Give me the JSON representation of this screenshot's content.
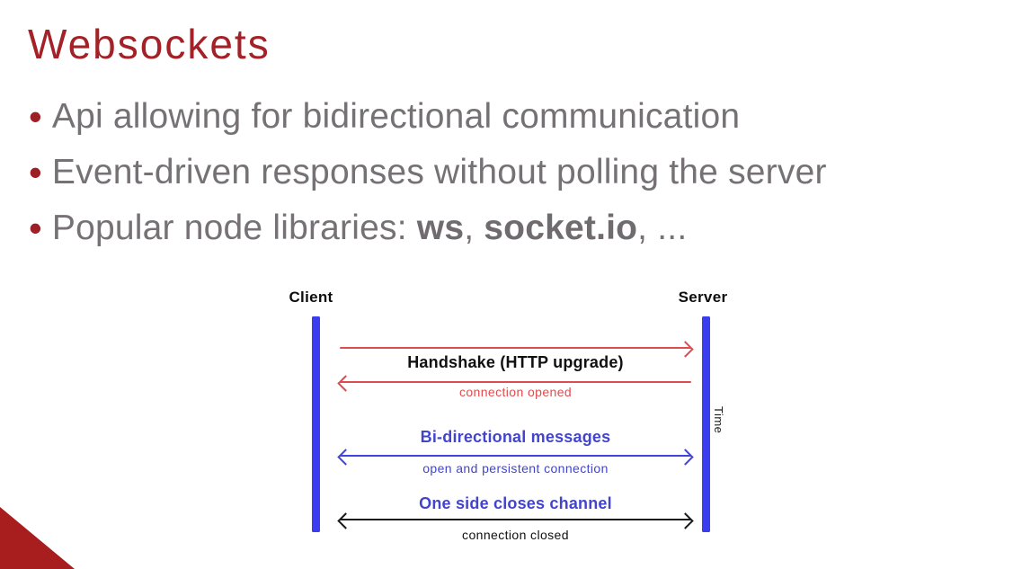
{
  "slide": {
    "title": "Websockets",
    "bullets": [
      {
        "text": "Api allowing for bidirectional communication"
      },
      {
        "text": "Event-driven responses without polling the server"
      },
      {
        "prefix": "Popular node libraries: ",
        "lib1": "ws",
        "separator": ", ",
        "lib2": "socket.io",
        "suffix": ", ..."
      }
    ]
  },
  "diagram": {
    "client_label": "Client",
    "server_label": "Server",
    "time_label": "Time",
    "handshake": {
      "title": "Handshake (HTTP upgrade)",
      "subtitle": "connection opened"
    },
    "bidirectional": {
      "title": "Bi-directional messages",
      "subtitle": "open and persistent connection"
    },
    "close": {
      "title": "One side closes channel",
      "subtitle": "connection closed"
    }
  },
  "colors": {
    "title_red": "#a32127",
    "bullet_text_gray": "#757175",
    "bullet_dot_red": "#9c2025",
    "arrow_red": "#e04b4f",
    "lifeline_blue": "#3c3dee",
    "text_blue": "#4245cc",
    "diagram_black": "#141414",
    "corner_triangle_red": "#a81e1e"
  }
}
